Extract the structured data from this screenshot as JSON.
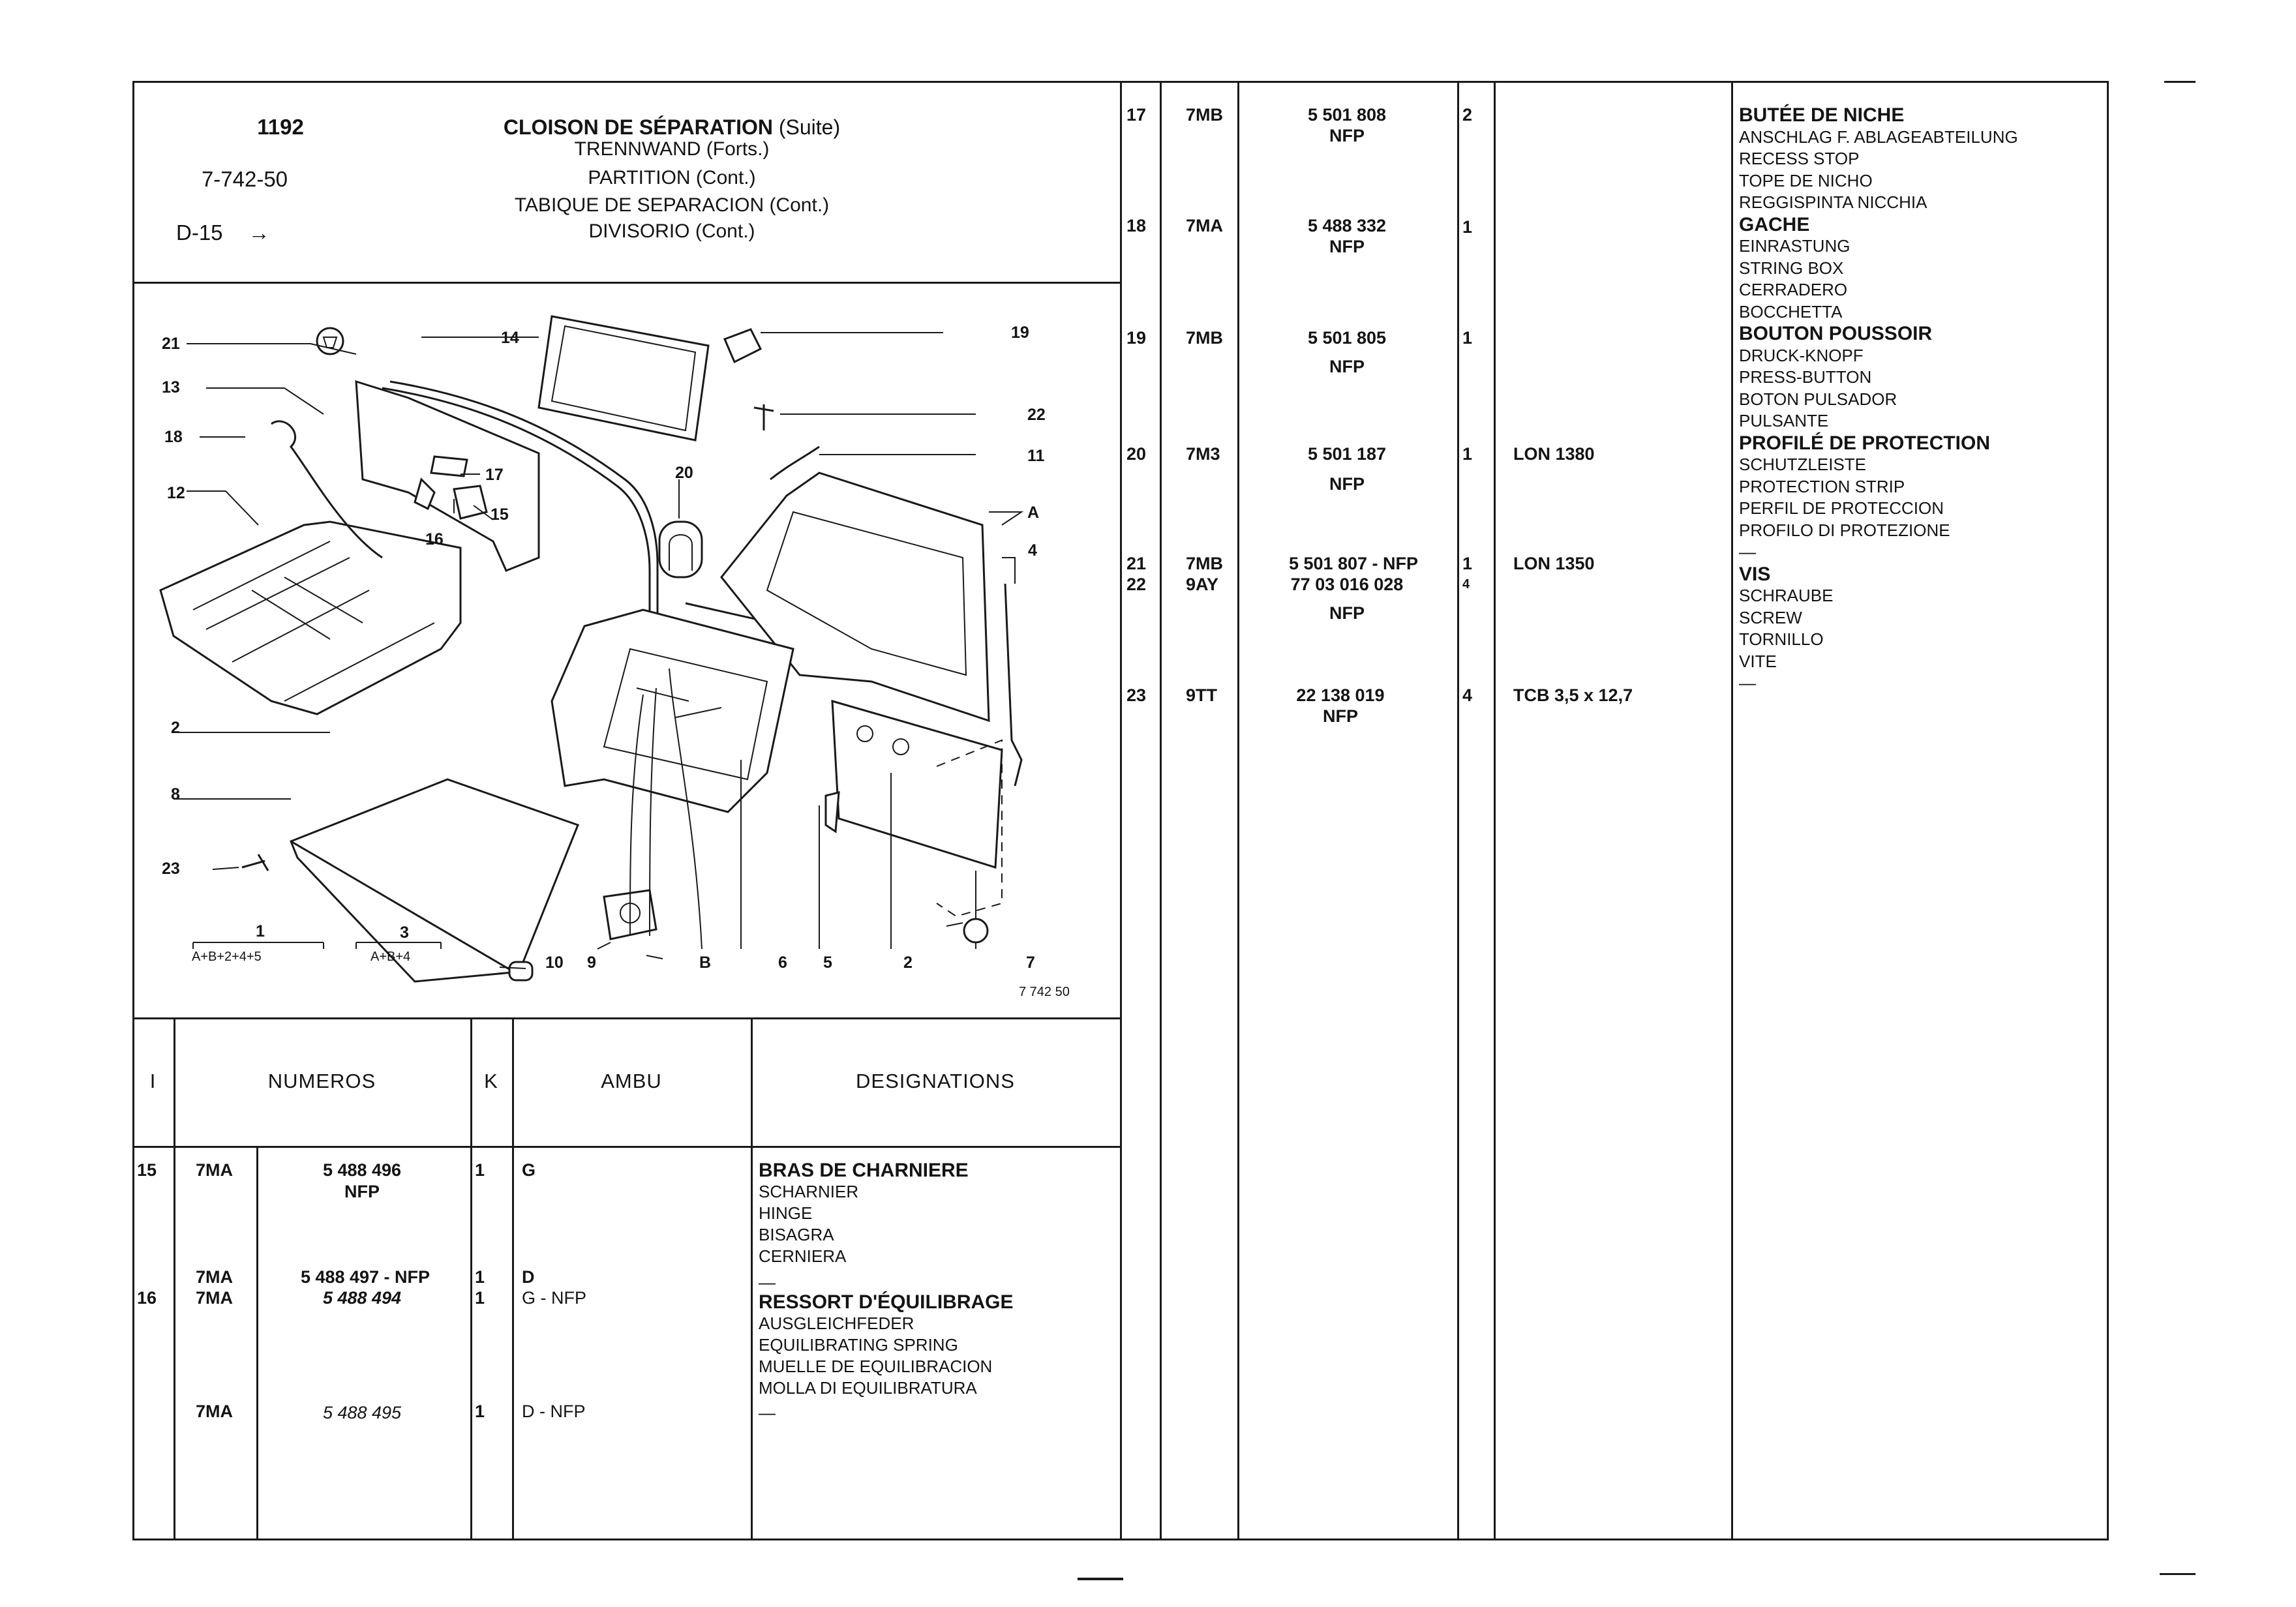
{
  "header": {
    "plate_number": "1192",
    "reference": "7-742-50",
    "page_ref": "D-15",
    "arrow": "→",
    "title_fr": "CLOISON DE SÉPARATION",
    "title_fr_suffix": "(Suite)",
    "title_de": "TRENNWAND (Forts.)",
    "title_en": "PARTITION (Cont.)",
    "title_es": "TABIQUE DE SEPARACION (Cont.)",
    "title_it": "DIVISORIO (Cont.)"
  },
  "diagram": {
    "drawing_number": "7 742 50",
    "callouts": [
      "21",
      "13",
      "18",
      "12",
      "14",
      "17",
      "16",
      "15",
      "20",
      "19",
      "22",
      "11",
      "A",
      "4",
      "2",
      "8",
      "23",
      "1",
      "3",
      "10",
      "9",
      "B",
      "6",
      "5",
      "2",
      "7"
    ],
    "group_1_label": "1",
    "group_1_formula": "A+B+2+4+5",
    "group_3_label": "3",
    "group_3_formula": "A+B+4"
  },
  "table_headers": {
    "index": "I",
    "numbers": "NUMEROS",
    "qty": "K",
    "ambu": "AMBU",
    "designations": "DESIGNATIONS"
  },
  "left_rows": [
    {
      "index": "15",
      "code": "7MA",
      "number": "5 488 496",
      "nfp": "NFP",
      "qty": "1",
      "ambu": "G",
      "designation": [
        "BRAS DE CHARNIERE",
        "SCHARNIER",
        "HINGE",
        "BISAGRA",
        "CERNIERA"
      ]
    },
    {
      "index": "",
      "code": "7MA",
      "number": "5 488 497 - NFP",
      "nfp": "",
      "qty": "1",
      "ambu": "D",
      "designation": [
        "—"
      ]
    },
    {
      "index": "16",
      "code": "7MA",
      "number": "5 488 494",
      "nfp": "",
      "qty": "1",
      "ambu": "G - NFP",
      "designation": [
        "RESSORT D'ÉQUILIBRAGE",
        "AUSGLEICHFEDER",
        "EQUILIBRATING SPRING",
        "MUELLE DE EQUILIBRACION",
        "MOLLA DI EQUILIBRATURA"
      ]
    },
    {
      "index": "",
      "code": "7MA",
      "number": "5 488 495",
      "nfp": "",
      "qty": "1",
      "ambu": "D - NFP",
      "designation": [
        "—"
      ]
    }
  ],
  "right_rows": [
    {
      "index": "17",
      "code": "7MB",
      "number": "5 501 808",
      "nfp": "NFP",
      "qty": "2",
      "ambu": ""
    },
    {
      "index": "18",
      "code": "7MA",
      "number": "5 488 332",
      "nfp": "NFP",
      "qty": "1",
      "ambu": ""
    },
    {
      "index": "19",
      "code": "7MB",
      "number": "5 501 805",
      "nfp": "NFP",
      "qty": "1",
      "ambu": ""
    },
    {
      "index": "20",
      "code": "7M3",
      "number": "5 501 187",
      "nfp": "NFP",
      "qty": "1",
      "ambu": "LON 1380"
    },
    {
      "index": "21",
      "code": "7MB",
      "number": "5 501 807 - NFP",
      "nfp": "",
      "qty": "1",
      "ambu": "LON 1350"
    },
    {
      "index": "22",
      "code": "9AY",
      "number": "77 03 016 028",
      "nfp": "NFP",
      "qty": "4",
      "ambu": ""
    },
    {
      "index": "23",
      "code": "9TT",
      "number": "22 138 019",
      "nfp": "NFP",
      "qty": "4",
      "ambu": "TCB 3,5 x 12,7"
    }
  ],
  "right_designations": [
    "BUTÉE DE NICHE",
    "ANSCHLAG F. ABLAGEABTEILUNG",
    "RECESS STOP",
    "TOPE DE NICHO",
    "REGGISPINTA NICCHIA",
    "GACHE",
    "EINRASTUNG",
    "STRING BOX",
    "CERRADERO",
    "BOCCHETTA",
    "BOUTON POUSSOIR",
    "DRUCK-KNOPF",
    "PRESS-BUTTON",
    "BOTON PULSADOR",
    "PULSANTE",
    "PROFILÉ DE PROTECTION",
    "SCHUTZLEISTE",
    "PROTECTION STRIP",
    "PERFIL DE PROTECCION",
    "PROFILO DI PROTEZIONE",
    "—",
    "VIS",
    "SCHRAUBE",
    "SCREW",
    "TORNILLO",
    "VITE",
    "—"
  ]
}
